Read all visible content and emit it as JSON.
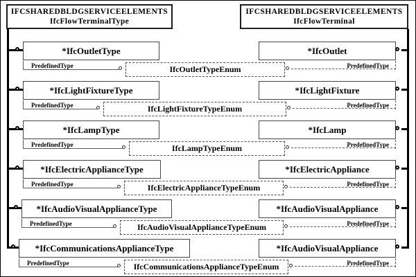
{
  "headers": {
    "left": {
      "schema": "IFCSHAREDBLDGSERVICEELEMENTS",
      "name": "IfcFlowTerminalType"
    },
    "right": {
      "schema": "IFCSHAREDBLDGSERVICEELEMENTS",
      "name": "IfcFlowTerminal"
    }
  },
  "rows": [
    {
      "left": "*IfcOutletType",
      "left_attr": "PredefinedType",
      "enum": "IfcOutletTypeEnum",
      "right_attr": "PredefinedType",
      "right": "*IfcOutlet"
    },
    {
      "left": "*IfcLightFixtureType",
      "left_attr": "PredefinedType",
      "enum": "IfcLightFixtureTypeEnum",
      "right_attr": "PredefinedType",
      "right": "*IfcLightFixture"
    },
    {
      "left": "*IfcLampType",
      "left_attr": "PredefinedType",
      "enum": "IfcLampTypeEnum",
      "right_attr": "PredefinedType",
      "right": "*IfcLamp"
    },
    {
      "left": "*IfcElectricApplianceType",
      "left_attr": "PredefinedType",
      "enum": "IfcElectricApplianceTypeEnum",
      "right_attr": "PredefinedType",
      "right": "*IfcElectricAppliance"
    },
    {
      "left": "*IfcAudioVisualApplianceType",
      "left_attr": "PredefinedType",
      "enum": "IfcAudioVisualApplianceTypeEnum",
      "right_attr": "PredefinedType",
      "right": "*IfcAudioVisualAppliance"
    },
    {
      "left": "*IfcCommunicationsApplianceType",
      "left_attr": "PredefinedType",
      "enum": "IfcCommunicationsApplianceTypeEnum",
      "right_attr": "PredefinedType",
      "right": "*IfcAudioVisualAppliance"
    }
  ],
  "colors": {
    "line": "#000000",
    "box_border": "#454545",
    "dashed": "#4d4d4d",
    "background": "#ffffff"
  }
}
